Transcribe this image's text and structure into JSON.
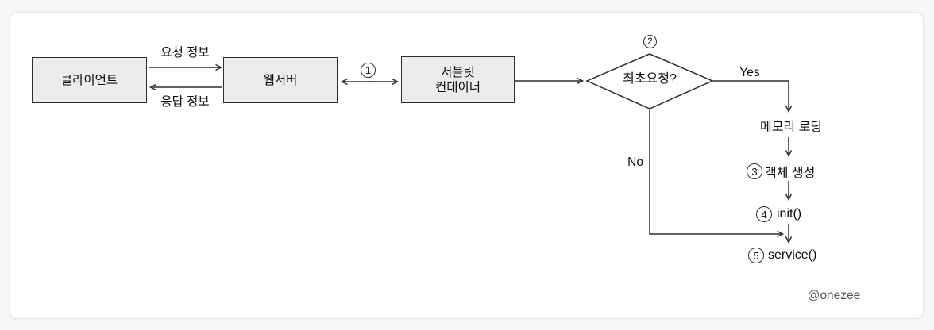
{
  "page": {
    "watermark": "@onezee"
  },
  "colors": {
    "page_bg": "#f7f7f8",
    "card_bg": "#ffffff",
    "card_border": "#e6e6e8",
    "node_fill": "#ececec",
    "stroke": "#2d2d2d",
    "text": "#0c0c0c",
    "watermark": "#58585a"
  },
  "nodes": {
    "client": {
      "label": "클라이언트"
    },
    "web_server": {
      "label": "웹서버"
    },
    "servlet_container": {
      "line1": "서블릿",
      "line2": "컨테이너"
    },
    "decision": {
      "label": "최초요청?"
    }
  },
  "edges": {
    "request_label": "요청 정보",
    "response_label": "응답 정보",
    "yes_label": "Yes",
    "no_label": "No"
  },
  "steps": {
    "s1": {
      "num": "1"
    },
    "s2": {
      "num": "2"
    },
    "memory_loading": "메모리 로딩",
    "s3": {
      "num": "3",
      "label": "객체 생성"
    },
    "s4": {
      "num": "4",
      "label": "init()"
    },
    "s5": {
      "num": "5",
      "label": "service()"
    }
  }
}
